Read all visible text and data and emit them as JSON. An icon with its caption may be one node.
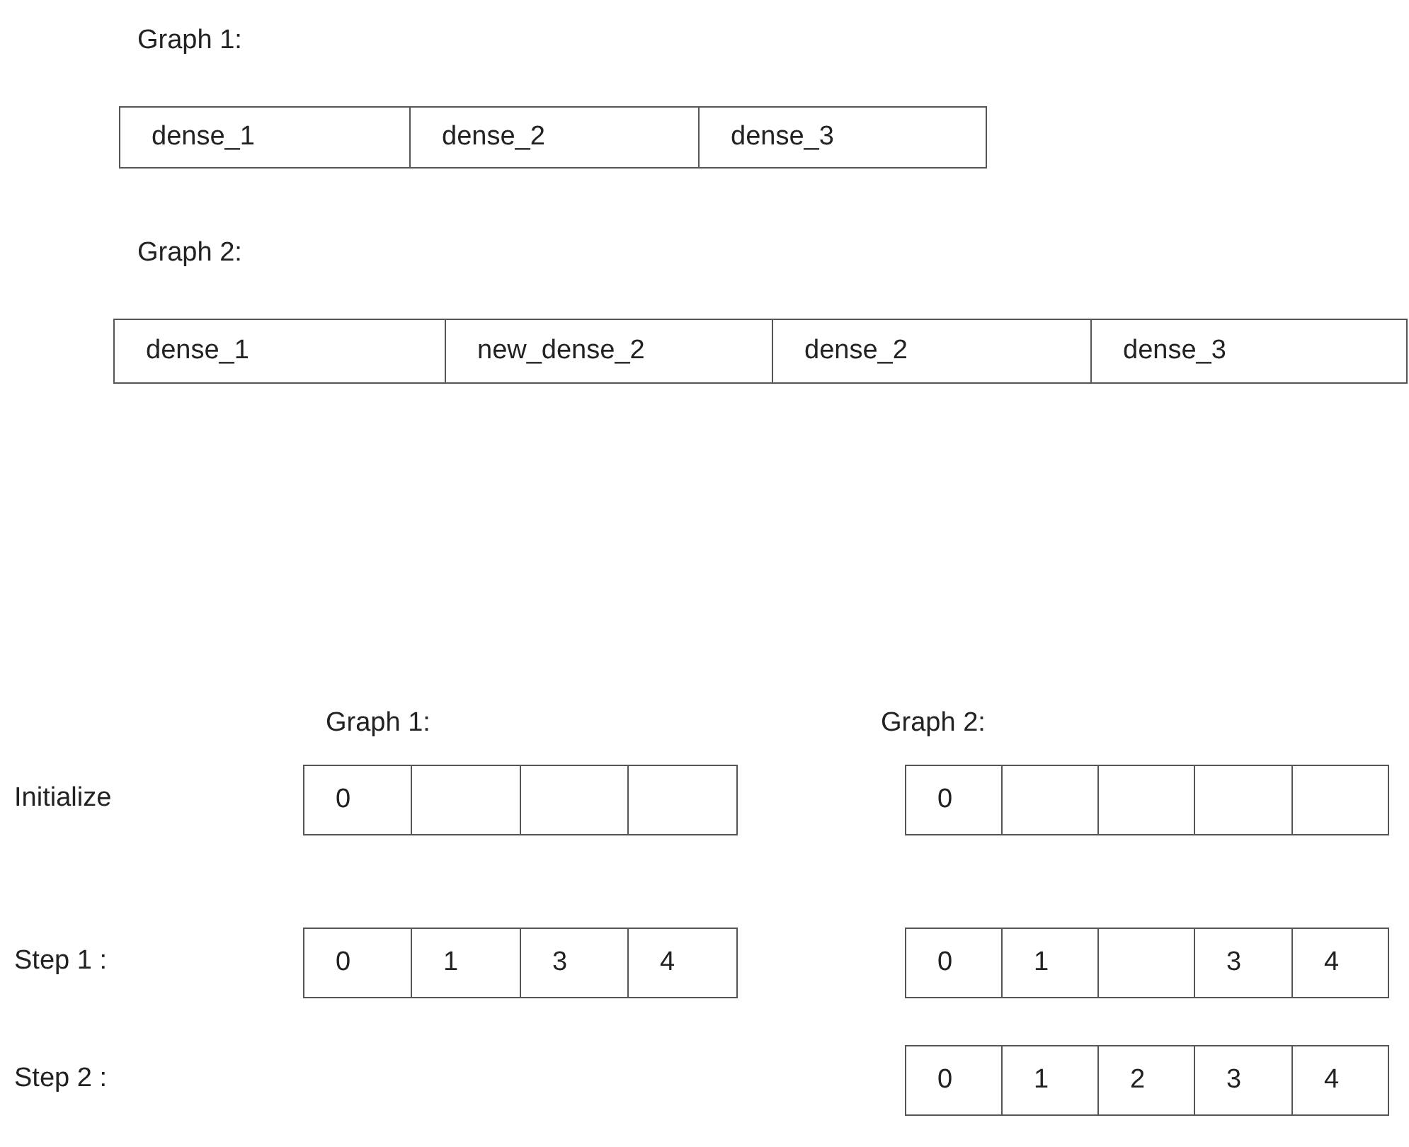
{
  "diagram": {
    "nodes": [
      {
        "text": [
          "dense_1"
        ]
      },
      {
        "text": [
          "dense_2"
        ]
      },
      {
        "text": [
          "dense_3"
        ]
      },
      {
        "text": [
          "dense_1"
        ]
      },
      {
        "text": [
          "new_dense_2"
        ]
      },
      {
        "text": [
          "dense_2"
        ]
      },
      {
        "text": [
          "dense_3"
        ]
      },
      {
        "text": [
          "0"
        ]
      },
      {
        "text": [],
        "shape": "box"
      },
      {
        "text": [],
        "shape": "box"
      },
      {
        "text": [],
        "shape": "box"
      },
      {
        "text": [
          "0"
        ]
      },
      {
        "text": [],
        "shape": "box"
      },
      {
        "text": [],
        "shape": "box"
      },
      {
        "text": [],
        "shape": "box"
      },
      {
        "text": [],
        "shape": "box"
      },
      {
        "text": [
          "0"
        ]
      },
      {
        "text": [
          "1"
        ]
      },
      {
        "text": [
          "3"
        ]
      },
      {
        "text": [
          "4"
        ]
      },
      {
        "text": [
          "0"
        ]
      },
      {
        "text": [
          "1"
        ]
      },
      {
        "text": [],
        "shape": "box"
      },
      {
        "text": [
          "3"
        ]
      },
      {
        "text": [
          "4"
        ]
      },
      {
        "text": [
          "0"
        ]
      },
      {
        "text": [
          "1"
        ]
      },
      {
        "text": [
          "2"
        ]
      },
      {
        "text": [
          "3"
        ]
      },
      {
        "text": [
          "4"
        ]
      }
    ],
    "labels": [
      "Graph 1:",
      "Graph 2:",
      "Graph 1:",
      "Graph 2:",
      "Initialize",
      "Step 1 :",
      "Step 2 :"
    ]
  }
}
